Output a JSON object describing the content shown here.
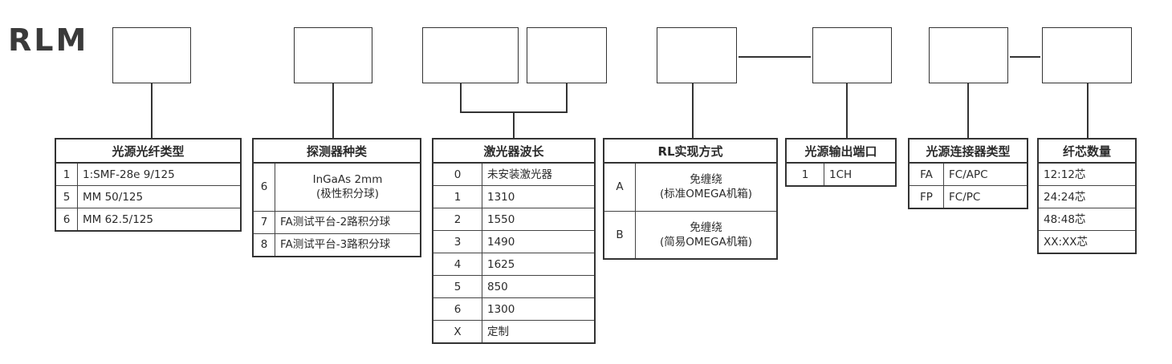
{
  "prefix": "RLM",
  "fiber_type": {
    "title": "光源光纤类型",
    "rows": [
      {
        "code": "1",
        "desc": "1:SMF-28e 9/125"
      },
      {
        "code": "5",
        "desc": "MM 50/125"
      },
      {
        "code": "6",
        "desc": "MM 62.5/125"
      }
    ]
  },
  "detector_type": {
    "title": "探测器种类",
    "rows": [
      {
        "code": "6",
        "desc": "InGaAs 2mm",
        "desc2": "(极性积分球)"
      },
      {
        "code": "7",
        "desc": "FA测试平台-2路积分球"
      },
      {
        "code": "8",
        "desc": "FA测试平台-3路积分球"
      }
    ]
  },
  "laser_wavelength": {
    "title": "激光器波长",
    "rows": [
      {
        "code": "0",
        "desc": "未安装激光器"
      },
      {
        "code": "1",
        "desc": "1310"
      },
      {
        "code": "2",
        "desc": "1550"
      },
      {
        "code": "3",
        "desc": "1490"
      },
      {
        "code": "4",
        "desc": "1625"
      },
      {
        "code": "5",
        "desc": "850"
      },
      {
        "code": "6",
        "desc": "1300"
      },
      {
        "code": "X",
        "desc": "定制"
      }
    ]
  },
  "rl_method": {
    "title": "RL实现方式",
    "rows": [
      {
        "code": "A",
        "desc": "免缠绕",
        "desc2": "(标准OMEGA机箱)"
      },
      {
        "code": "B",
        "desc": "免缠绕",
        "desc2": "(简易OMEGA机箱)"
      }
    ]
  },
  "output_port": {
    "title": "光源输出端口",
    "rows": [
      {
        "code": "1",
        "desc": "1CH"
      }
    ]
  },
  "connector_type": {
    "title": "光源连接器类型",
    "rows": [
      {
        "code": "FA",
        "desc": "FC/APC"
      },
      {
        "code": "FP",
        "desc": "FC/PC"
      }
    ]
  },
  "core_count": {
    "title": "纤芯数量",
    "rows": [
      {
        "desc": "12:12芯"
      },
      {
        "desc": "24:24芯"
      },
      {
        "desc": "48:48芯"
      },
      {
        "desc": "XX:XX芯"
      }
    ]
  }
}
